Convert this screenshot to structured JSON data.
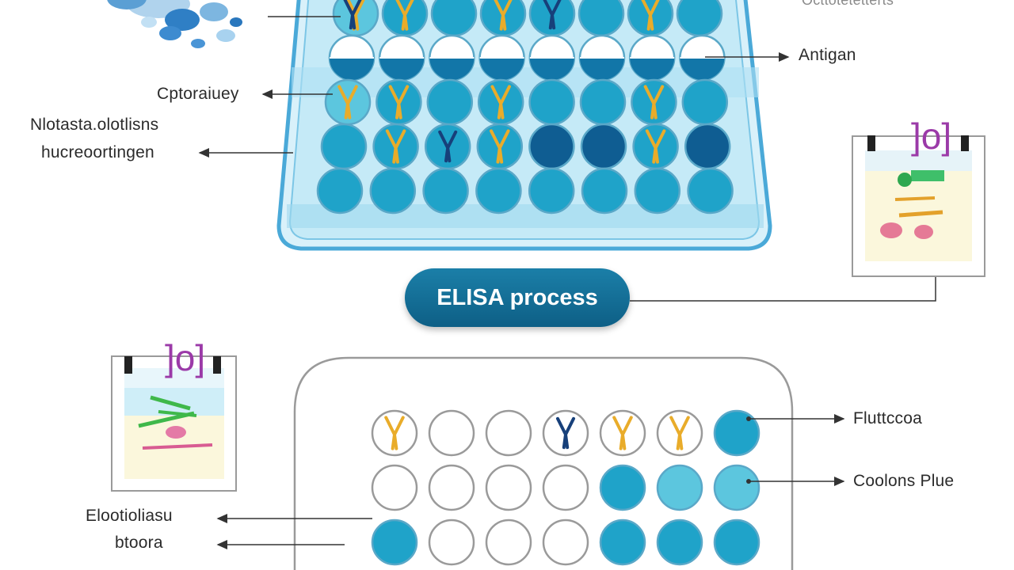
{
  "title": "ELISA process",
  "colors": {
    "well_dark": "#0f5d92",
    "well_mid": "#1fa3c9",
    "well_light": "#5cc6de",
    "well_empty": "#ffffff",
    "antibody_yellow": "#e9ac2a",
    "antibody_navy": "#17407a",
    "plate_blue": "#bfe6f4",
    "plate_border": "#4aa9d8",
    "label_text": "#2b2b2b"
  },
  "labels": {
    "antigen": "Antigan",
    "cytotoxicity": "Cptoraiuey",
    "left_line1": "Nlotasta.olotlisns",
    "left_line2": "hucreoortingen",
    "top_right": "Octtotetetterts",
    "right_label1": "Fluttccoa",
    "right_label2": "Coolons Plue",
    "bottom_left_1": "Elootioliasu",
    "bottom_left_2": "btoora",
    "card_right_mark": "]o]",
    "card_left_mark": "]o]"
  },
  "top_plate": {
    "rows": [
      [
        "light-y-navy",
        "mid-y",
        "mid",
        "mid-y",
        "mid-navy",
        "mid",
        "mid-y",
        "mid"
      ],
      [
        "half",
        "half",
        "half",
        "half",
        "half",
        "half",
        "half",
        "half"
      ],
      [
        "light-y",
        "mid-y",
        "mid",
        "mid-y",
        "mid",
        "mid",
        "mid-y",
        "mid"
      ],
      [
        "mid",
        "mid-y",
        "mid-navy",
        "mid-y",
        "dark",
        "dark",
        "mid-y",
        "dark"
      ],
      [
        "mid",
        "mid",
        "mid",
        "mid",
        "mid",
        "mid",
        "mid",
        "mid"
      ]
    ]
  },
  "bottom_plate": {
    "rows": [
      [
        "empty-y",
        "empty",
        "empty",
        "empty-navy",
        "empty-y",
        "empty-y",
        "mid"
      ],
      [
        "empty",
        "empty",
        "empty",
        "empty",
        "mid",
        "light",
        "light"
      ],
      [
        "mid",
        "empty",
        "empty",
        "empty",
        "mid",
        "mid",
        "mid"
      ]
    ]
  }
}
